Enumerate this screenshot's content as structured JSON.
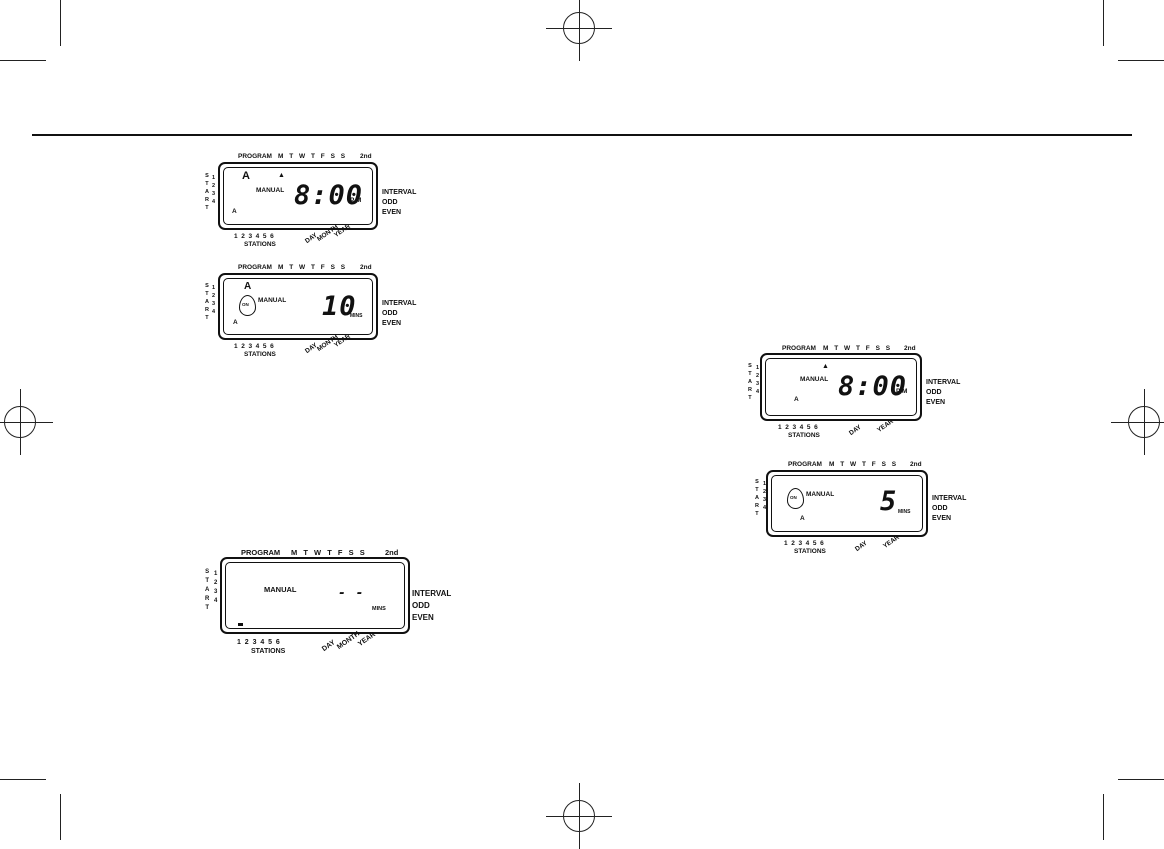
{
  "lcd": {
    "program": "PROGRAM",
    "days": [
      "M",
      "T",
      "W",
      "T",
      "F",
      "S",
      "S"
    ],
    "second": "2nd",
    "start_letters": [
      "S",
      "T",
      "A",
      "R",
      "T"
    ],
    "start_numbers": [
      "1",
      "2",
      "3",
      "4"
    ],
    "side_labels": [
      "INTERVAL",
      "ODD",
      "EVEN"
    ],
    "station_numbers": "1  2  3  4  5  6",
    "stations": "STATIONS",
    "day": "DAY",
    "month": "MONTH",
    "year": "YEAR",
    "manual": "MANUAL",
    "on": "ON",
    "program_a": "A",
    "mins": "MINS",
    "pm": "P M"
  },
  "displays": {
    "d1": {
      "time": "8:00"
    },
    "d2": {
      "value": "10"
    },
    "d3": {
      "value": "- -"
    },
    "d4": {
      "time": "8:00"
    },
    "d5": {
      "value": "5"
    }
  }
}
